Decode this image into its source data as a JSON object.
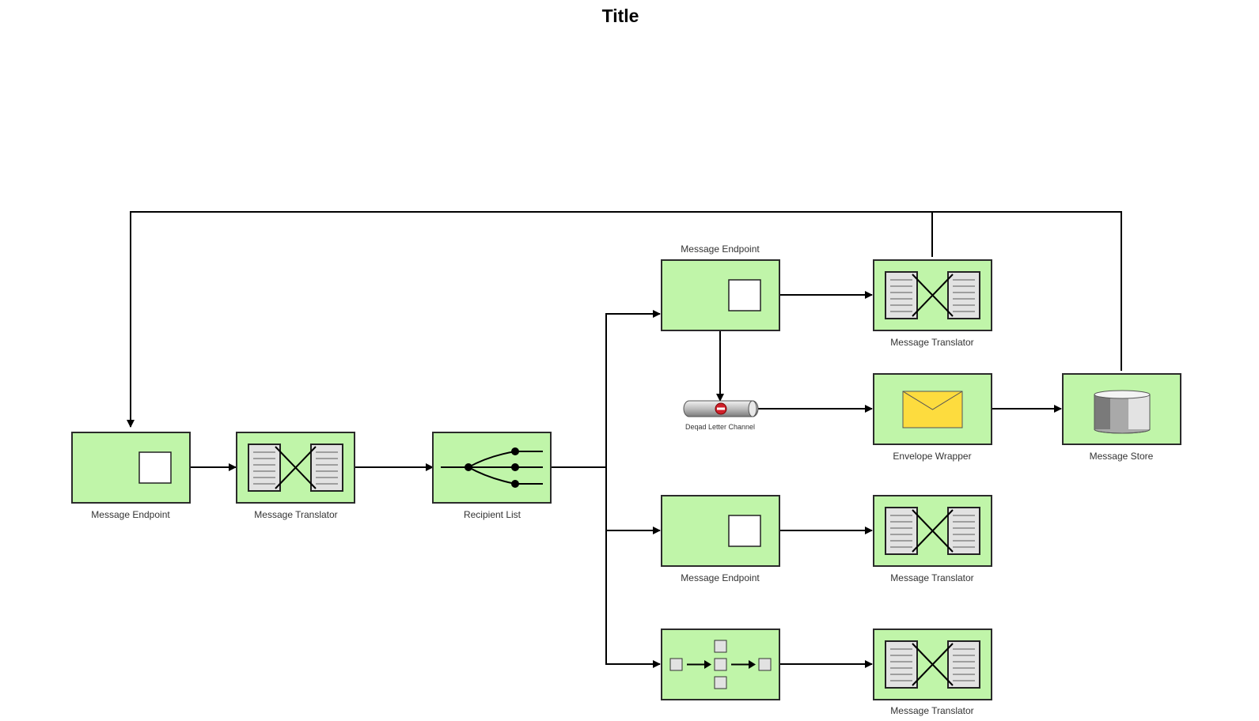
{
  "title": "Title",
  "nodes": {
    "endpoint_1": "Message Endpoint",
    "translator_1": "Message Translator",
    "recipient_list": "Recipient List",
    "endpoint_2": "Message Endpoint",
    "translator_2": "Message Translator",
    "dead_letter_channel": "Deqad Letter Channel",
    "envelope_wrapper": "Envelope Wrapper",
    "message_store": "Message Store",
    "endpoint_3": "Message Endpoint",
    "translator_3": "Message Translator",
    "translator_4": "Message Translator"
  },
  "colors": {
    "node_fill": "#c0f5a9",
    "node_stroke": "#2b2b2b",
    "envelope": "#fddc3e",
    "dead_letter_badge": "#d0202a"
  },
  "icons": {
    "endpoint": "endpoint-icon",
    "translator": "translator-icon",
    "recipient_list": "recipient-list-icon",
    "splitter": "splitter-icon",
    "channel": "dead-letter-channel-icon",
    "envelope": "envelope-icon",
    "store": "database-icon"
  }
}
